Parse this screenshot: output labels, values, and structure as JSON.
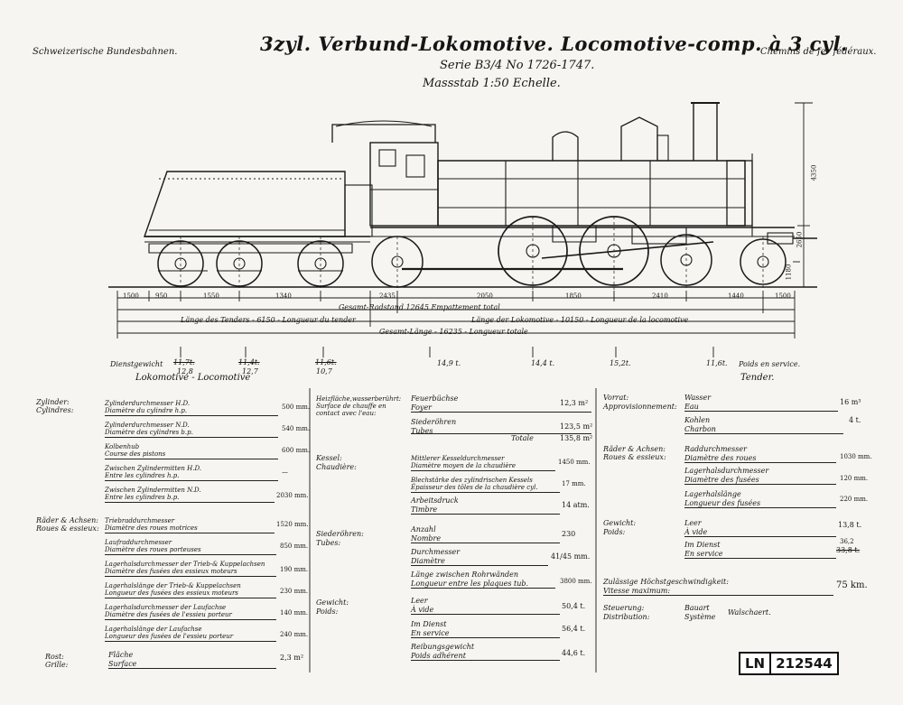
{
  "header": {
    "left": "Schweizerische Bundesbahnen.",
    "right": "Chemins de fer fédéraux.",
    "title": "3zyl. Verbund-Lokomotive. Locomotive-comp. à 3 cyl.",
    "series": "Serie B3/4 No 1726-1747.",
    "scale": "Massstab 1:50 Echelle."
  },
  "dimensions": {
    "h_total": "4350",
    "h_boiler": "2650",
    "h_bottom": "1180",
    "segments": [
      "1500",
      "950",
      "1550",
      "1340",
      "2435",
      "2050",
      "1850",
      "2410",
      "1440",
      "1500"
    ],
    "radstand": "Gesamt-Radstand 12645 Empattement total",
    "tender_len": "Länge des Tenders - 6150 - Longueur du tender",
    "loco_len": "Länge der Lokomotive - 10150 - Longueur de la locomotive",
    "total_len": "Gesamt-Länge - 16235 - Longueur totale"
  },
  "weights": {
    "label": "Dienstgewicht",
    "loco_label": "Lokomotive - Locomotive",
    "tender_label": "Tender.",
    "poids_label": "Poids en service.",
    "axles": [
      {
        "orig": "11,7t.",
        "corr": "12,8"
      },
      {
        "orig": "11,4t.",
        "corr": "12,7"
      },
      {
        "orig": "11,6t.",
        "corr": "10,7"
      },
      {
        "orig": "14,9 t.",
        "corr": ""
      },
      {
        "orig": "14,4 t.",
        "corr": ""
      },
      {
        "orig": "15,2t.",
        "corr": ""
      },
      {
        "orig": "11,6t.",
        "corr": ""
      }
    ]
  },
  "col1": {
    "cyl_de": "Zylinder:",
    "cyl_fr": "Cylindres:",
    "cyl_rows": [
      {
        "de": "Zylinderdurchmesser H.D.",
        "fr": "Diamètre du cylindre h.p.",
        "v": "500 mm."
      },
      {
        "de": "Zylinderdurchmesser N.D.",
        "fr": "Diamètre des cylindres b.p.",
        "v": "540 mm."
      },
      {
        "de": "Kolbenhub",
        "fr": "Course des pistons",
        "v": "600 mm."
      },
      {
        "de": "Zwischen Zylindermitten H.D.",
        "fr": "Entre les cylindres h.p.",
        "v": "—"
      },
      {
        "de": "Zwischen Zylindermitten N.D.",
        "fr": "Entre les cylindres b.p.",
        "v": "2030 mm."
      }
    ],
    "raeder_de": "Räder & Achsen:",
    "raeder_fr": "Roues & essieux:",
    "raeder_rows": [
      {
        "de": "Triebraddurchmesser",
        "fr": "Diamètre des roues motrices",
        "v": "1520 mm."
      },
      {
        "de": "Laufraddurchmesser",
        "fr": "Diamètre des roues porteuses",
        "v": "850 mm."
      },
      {
        "de": "Lagerhalsdurchmesser der Trieb-& Kuppelachsen",
        "fr": "Diamètre des fusées des essieux moteurs",
        "v": "190 mm."
      },
      {
        "de": "Lagerhalslänge der Trieb-& Kuppelachsen",
        "fr": "Longueur des fusées des essieux moteurs",
        "v": "230 mm."
      },
      {
        "de": "Lagerhalsdurchmesser der Laufachse",
        "fr": "Diamètre des fusées de l'essieu porteur",
        "v": "140 mm."
      },
      {
        "de": "Lagerhalslänge der Laufachse",
        "fr": "Longueur des fusées de l'essieu porteur",
        "v": "240 mm."
      }
    ],
    "rost_de": "Rost:",
    "rost_fr": "Grille:",
    "rost_row": {
      "de": "Fläche",
      "fr": "Surface",
      "v": "2,3 m²"
    }
  },
  "col2": {
    "heiz_de": "Heizfläche,wasserberührt:",
    "heiz_fr": "Surface de chauffe en contact avec l'eau:",
    "heiz_rows": [
      {
        "de": "Feuerbüchse",
        "fr": "Foyer",
        "v": "12,3 m²"
      },
      {
        "de": "Siederöhren",
        "fr": "Tubes",
        "v": "123,5 m²"
      }
    ],
    "totale_label": "Totale",
    "totale": "135,8 m²",
    "kessel_de": "Kessel:",
    "kessel_fr": "Chaudière:",
    "kessel_rows": [
      {
        "de": "Mittlerer Kesseldurchmesser",
        "fr": "Diamètre moyen de la chaudière",
        "v": "1450 mm."
      },
      {
        "de": "Blechstärke des zylindrischen Kessels",
        "fr": "Épaisseur des tôles de la chaudière cyl.",
        "v": "17 mm."
      },
      {
        "de": "Arbeitsdruck",
        "fr": "Timbre",
        "v": "14 atm."
      }
    ],
    "sieder_de": "Siederöhren:",
    "sieder_fr": "Tubes:",
    "sieder_rows": [
      {
        "de": "Anzahl",
        "fr": "Nombre",
        "v": "230"
      },
      {
        "de": "Durchmesser",
        "fr": "Diamètre",
        "v": "41/45 mm."
      },
      {
        "de": "Länge zwischen Rohrwänden",
        "fr": "Longueur entre les plaques tub.",
        "v": "3800 mm."
      }
    ],
    "gewicht_de": "Gewicht:",
    "gewicht_fr": "Poids:",
    "gewicht_rows": [
      {
        "de": "Leer",
        "fr": "À vide",
        "v": "50,4 t."
      },
      {
        "de": "Im Dienst",
        "fr": "En service",
        "v": "56,4 t."
      },
      {
        "de": "Reibungsgewicht",
        "fr": "Poids adhérent",
        "v": "44,6 t."
      }
    ]
  },
  "col3": {
    "vorrat_de": "Vorrat:",
    "vorrat_fr": "Approvisionnement:",
    "vorrat_rows": [
      {
        "de": "Wasser",
        "fr": "Eau",
        "v": "16 m³"
      },
      {
        "de": "Kohlen",
        "fr": "Charbon",
        "v": "4 t."
      }
    ],
    "raeder_de": "Räder & Achsen:",
    "raeder_fr": "Roues & essieux:",
    "raeder_rows": [
      {
        "de": "Raddurchmesser",
        "fr": "Diamètre des roues",
        "v": "1030 mm."
      },
      {
        "de": "Lagerhalsdurchmesser",
        "fr": "Diamètre des fusées",
        "v": "120 mm."
      },
      {
        "de": "Lagerhalslänge",
        "fr": "Longueur des fusées",
        "v": "220 mm."
      }
    ],
    "gewicht_de": "Gewicht:",
    "gewicht_fr": "Poids:",
    "gewicht_rows": [
      {
        "de": "Leer",
        "fr": "À vide",
        "v": "13,8 t."
      },
      {
        "de": "Im Dienst",
        "fr": "En service",
        "v": "33,8 t."
      }
    ],
    "dienst_corr": "36,2",
    "vmax_de": "Zulässige Höchstgeschwindigkeit:",
    "vmax_fr": "Vitesse maximum:",
    "vmax": "75 km.",
    "steuerung_de": "Steuerung:",
    "steuerung_fr": "Distribution:",
    "steuerung_de2": "Bauart",
    "steuerung_fr2": "Système",
    "steuerung_name": "Walschaert."
  },
  "stamp": {
    "prefix": "LN",
    "number": "212544"
  }
}
